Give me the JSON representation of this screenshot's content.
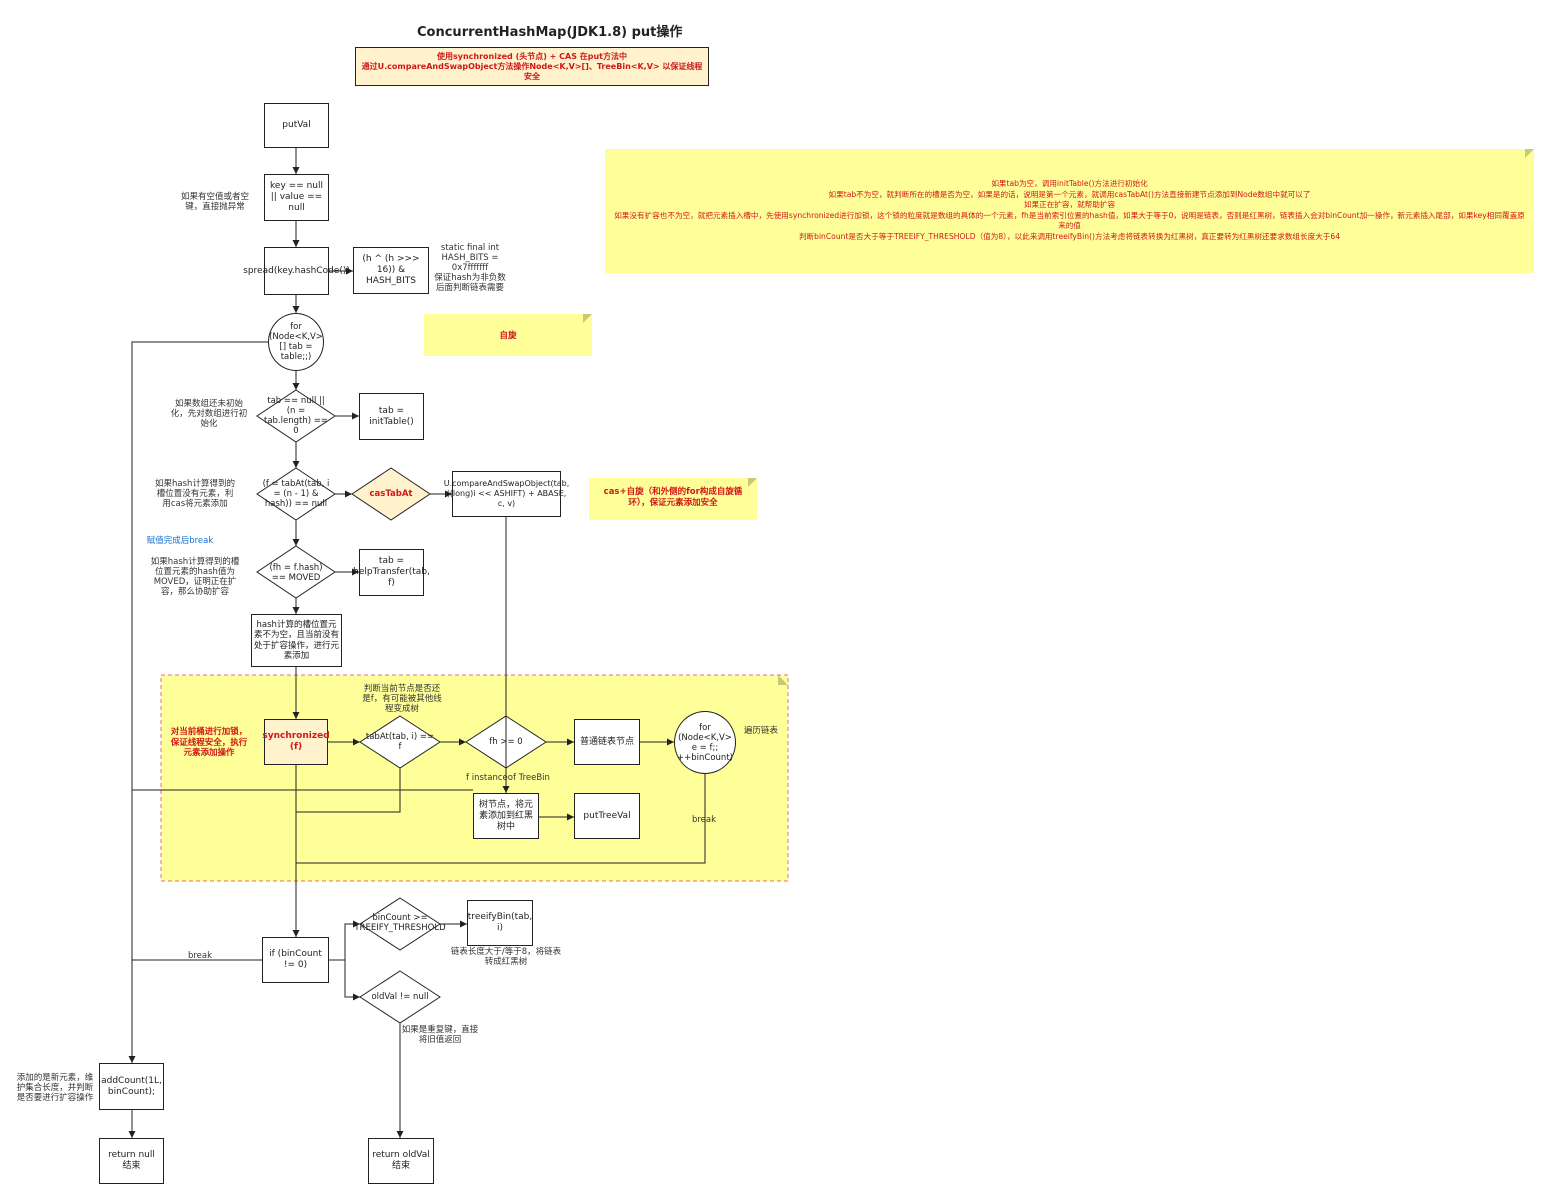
{
  "title": "ConcurrentHashMap(JDK1.8) put操作",
  "header_note": "使用synchronized (头节点) + CAS 在put方法中\n通过U.compareAndSwapObject方法操作Node<K,V>[]、TreeBin<K,V> 以保证线程\n安全",
  "big_note": "如果tab为空，调用initTable()方法进行初始化\n如果tab不为空，就判断所在的槽是否为空，如果是的话，说明是第一个元素，就调用casTabAt()方法直接新建节点添加到Node数组中就可以了\n如果正在扩容，就帮助扩容\n如果没有扩容也不为空，就把元素插入槽中，先使用synchronized进行加锁，这个锁的粒度就是数组的具体的一个元素，fh是当前索引位置的hash值，如果大于等于0，说明是链表，否则是红黑树，链表插入会对binCount加一操作，新元素插入尾部，如果key相同覆盖原来的值\n判断binCount是否大于等于TREEIFY_THRESHOLD（值为8），以此来调用treeifyBin()方法考虑将链表转换为红黑树，真正要转为红黑树还要求数组长度大于64",
  "spin_note": "自旋",
  "cas_spin_note": "cas+自旋（和外侧的for构成自旋循环），保证元素添加安全",
  "nodes": {
    "putval": "putVal",
    "null_check": "key == null || value == null",
    "spread": "spread(key.hashCode())",
    "spread_detail": "(h ^ (h >>> 16)) & HASH_BITS",
    "for_loop": "for (Node<K,V>[] tab = table;;)",
    "tab_empty": "tab == null || (n = tab.length) == 0",
    "init_table": "tab = initTable()",
    "tabat_null": "(f = tabAt(tab, i = (n - 1) & hash)) == null",
    "cas_tabat": "casTabAt",
    "compare_swap": "U.compareAndSwapObject(tab, ((long)i << ASHIFT) + ABASE, c, v)",
    "moved": "(fh = f.hash) == MOVED",
    "help_transfer": "tab = helpTransfer(tab, f)",
    "hash_slot": "hash计算的槽位置元素不为空，且当前没有处于扩容操作，进行元素添加",
    "sync": "synchronized (f)",
    "tabat_eq": "tabAt(tab, i) == f",
    "fh_ge": "fh >= 0",
    "linked_node": "普通链表节点",
    "for_linked": "for (Node<K,V> e = f;; ++binCount)",
    "tree_node": "树节点，将元素添加到红黑树中",
    "put_tree": "putTreeVal",
    "bin_count": "if (binCount != 0)",
    "threshold": "binCount >= TREEIFY_THRESHOLD",
    "treeify": "treeifyBin(tab, i)",
    "old_val": "oldVal != null",
    "add_count": "addCount(1L, binCount);",
    "return_null": "return null\n结束",
    "return_old": "return oldVal\n结束"
  },
  "labels": {
    "null_note": "如果有空值或者空键，直接抛异常",
    "hash_bits_note": "static final int HASH_BITS = 0x7fffffff\n保证hash为非负数\n后面判断链表需要",
    "init_note": "如果数组还未初始化，先对数组进行初始化",
    "cas_note": "如果hash计算得到的槽位置没有元素，利用cas将元素添加",
    "break_blue": "赋值完成后break",
    "moved_note": "如果hash计算得到的槽位置元素的hash值为MOVED，证明正在扩容，那么协助扩容",
    "sync_note": "对当前桶进行加锁，保证线程安全，执行元素添加操作",
    "check_note": "判断当前节点是否还是f，有可能被其他线程变成树",
    "traverse_note": "遍历链表",
    "treebin_note": "f instanceof TreeBin",
    "break1": "break",
    "break2": "break",
    "treeify_note": "链表长度大于/等于8，将链表转成红黑树",
    "oldval_note": "如果是重复键，直接将旧值返回",
    "addcount_note": "添加的是新元素，维护集合长度，并判断是否要进行扩容操作"
  }
}
